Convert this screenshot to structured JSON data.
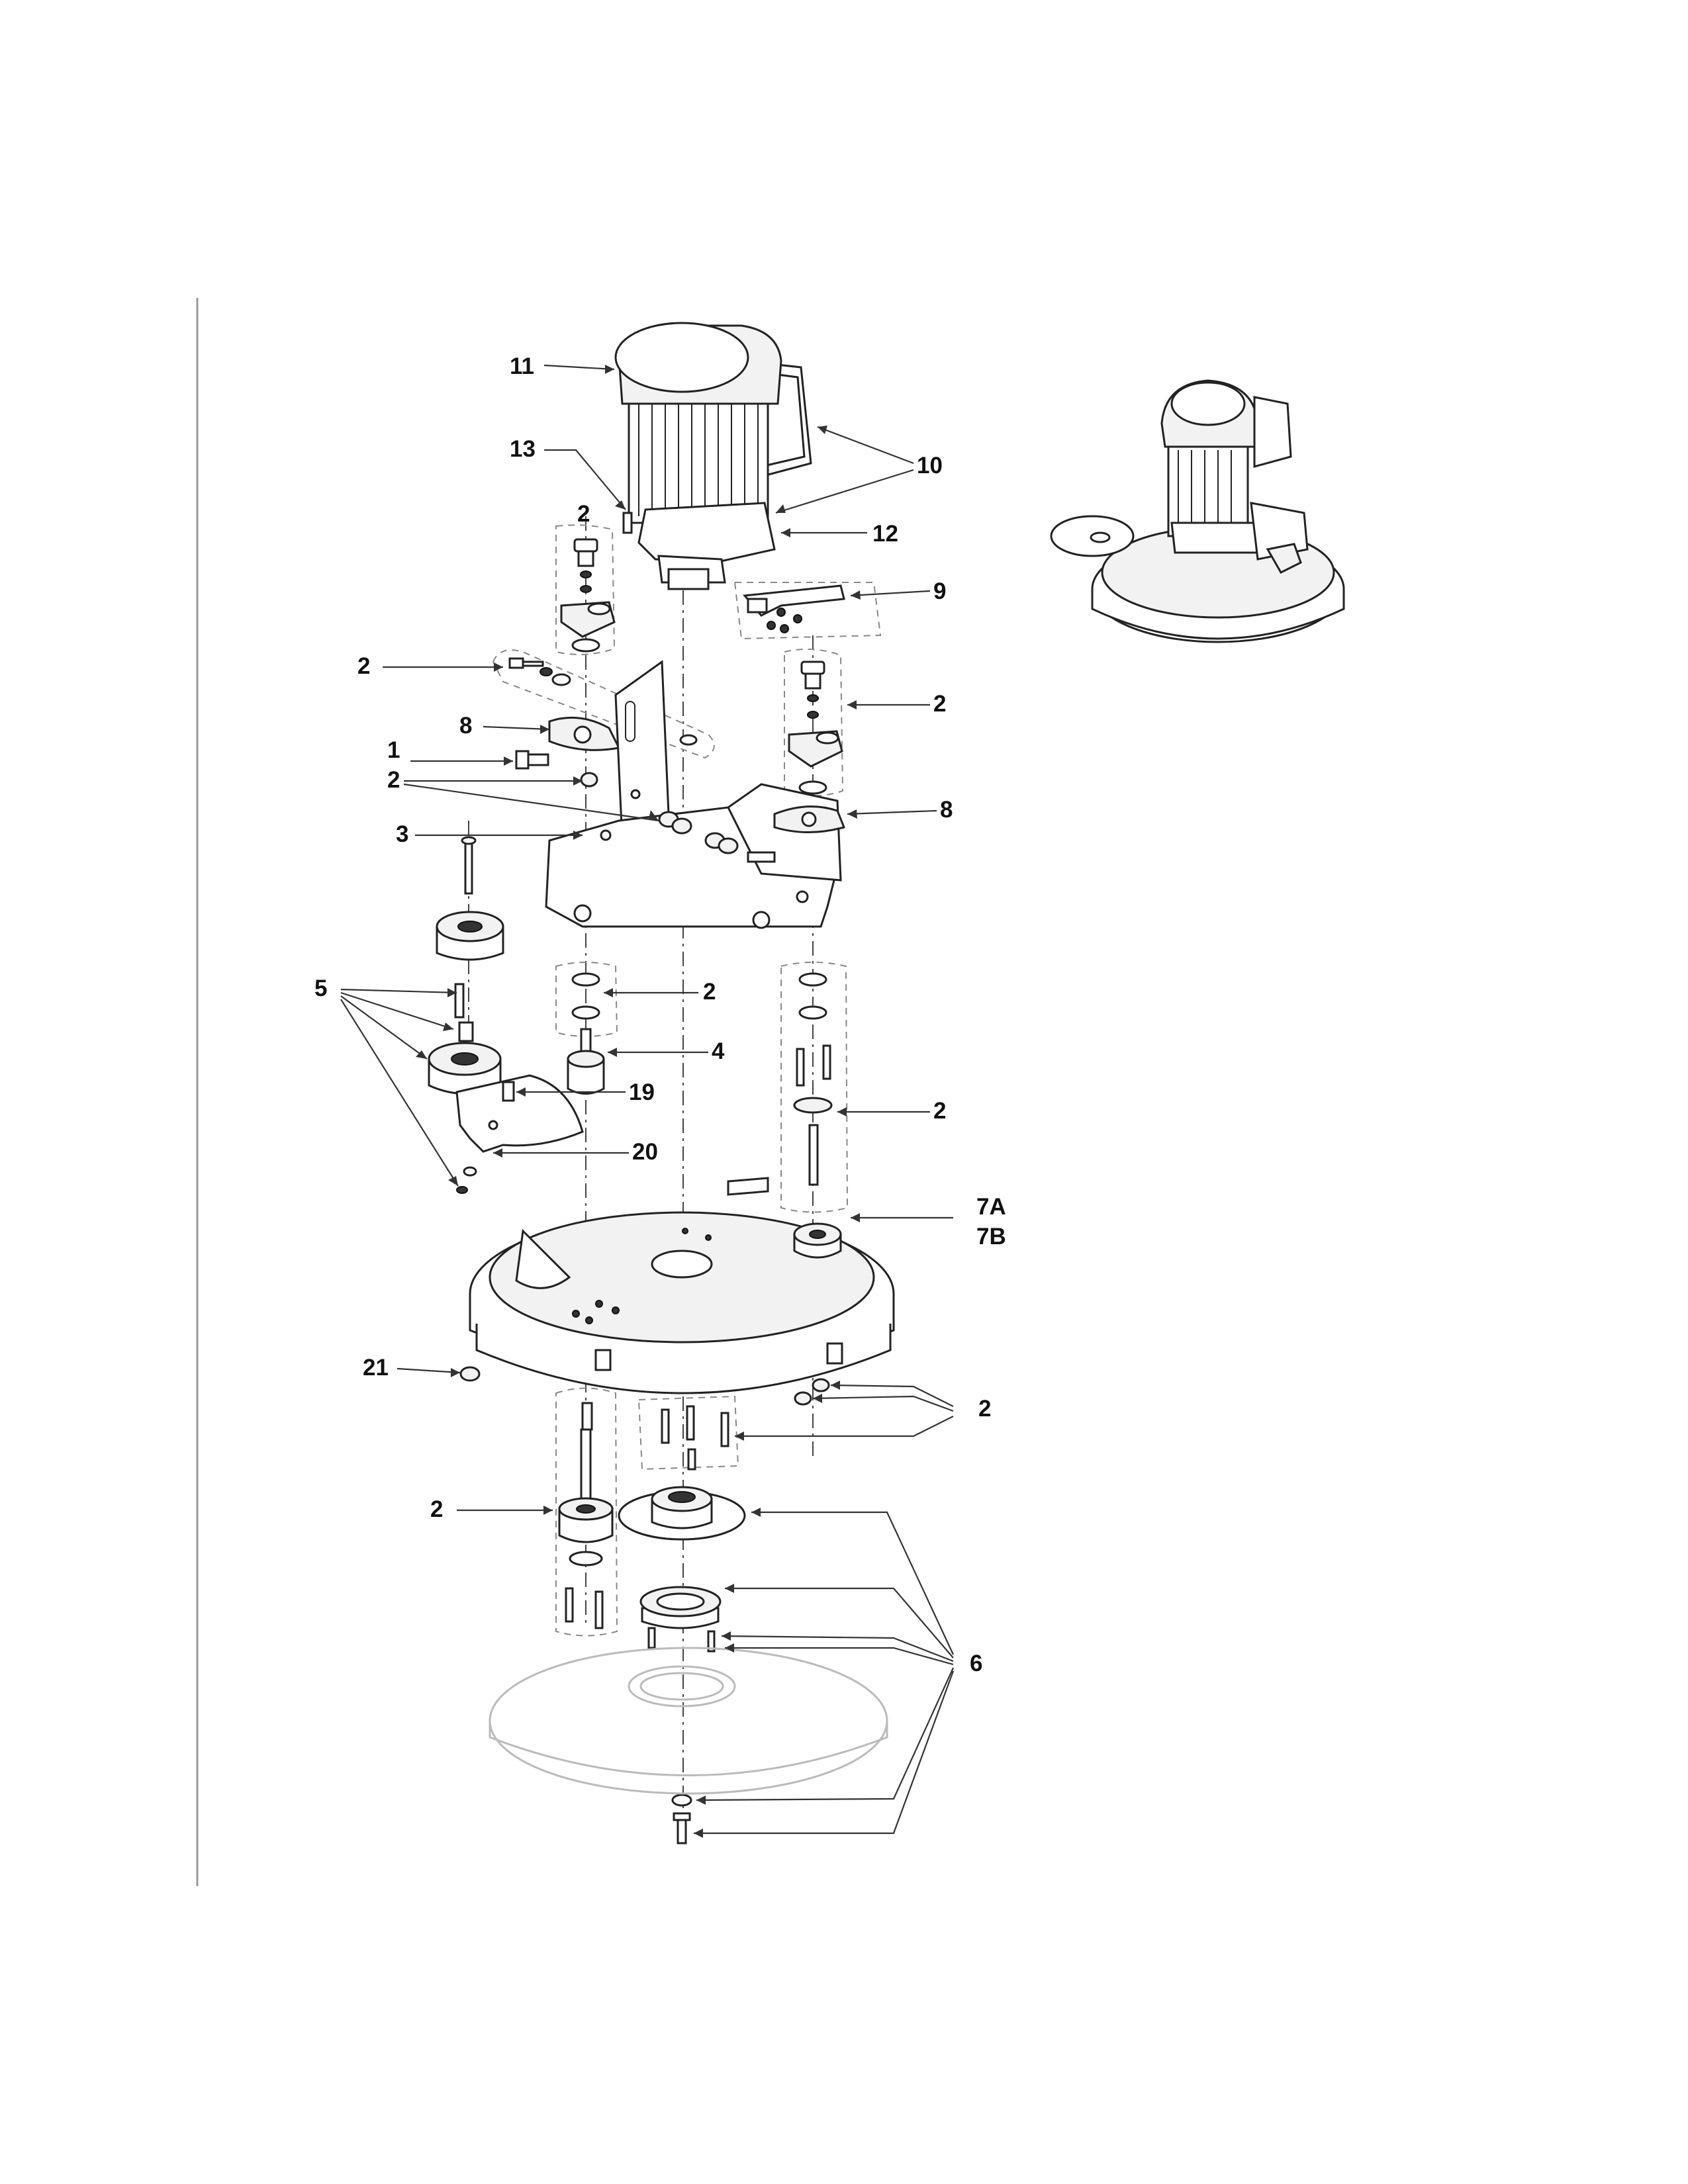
{
  "diagram": {
    "callouts": [
      {
        "id": "c11",
        "text": "11"
      },
      {
        "id": "c13",
        "text": "13"
      },
      {
        "id": "c10",
        "text": "10"
      },
      {
        "id": "c12",
        "text": "12"
      },
      {
        "id": "c2a",
        "text": "2"
      },
      {
        "id": "c9",
        "text": "9"
      },
      {
        "id": "c2b",
        "text": "2"
      },
      {
        "id": "c2c",
        "text": "2"
      },
      {
        "id": "c8a",
        "text": "8"
      },
      {
        "id": "c1",
        "text": "1"
      },
      {
        "id": "c2d",
        "text": "2"
      },
      {
        "id": "c8b",
        "text": "8"
      },
      {
        "id": "c3",
        "text": "3"
      },
      {
        "id": "c5",
        "text": "5"
      },
      {
        "id": "c2e",
        "text": "2"
      },
      {
        "id": "c4",
        "text": "4"
      },
      {
        "id": "c19",
        "text": "19"
      },
      {
        "id": "c2f",
        "text": "2"
      },
      {
        "id": "c20",
        "text": "20"
      },
      {
        "id": "c7a",
        "text": "7A"
      },
      {
        "id": "c7b",
        "text": "7B"
      },
      {
        "id": "c21",
        "text": "21"
      },
      {
        "id": "c2g",
        "text": "2"
      },
      {
        "id": "c2h",
        "text": "2"
      },
      {
        "id": "c6",
        "text": "6"
      }
    ],
    "colors": {
      "ink": "#111111",
      "line": "#333333",
      "faint": "#bbbbbb"
    }
  }
}
